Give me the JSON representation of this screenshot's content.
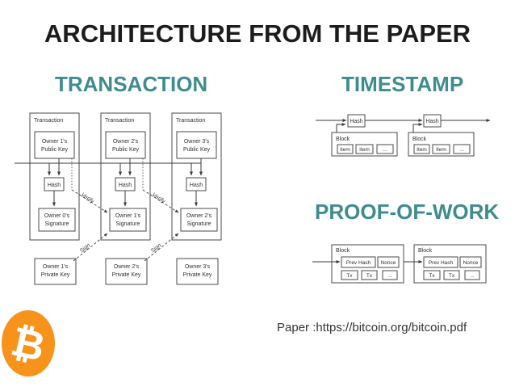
{
  "title": "ARCHITECTURE FROM THE PAPER",
  "sections": {
    "transaction": {
      "heading": "TRANSACTION"
    },
    "timestamp": {
      "heading": "TIMESTAMP"
    },
    "proof_of_work": {
      "heading": "PROOF-OF-WORK"
    }
  },
  "transaction_diagram": {
    "columns": [
      {
        "container_label": "Transaction",
        "public_key_line1": "Owner 1's",
        "public_key_line2": "Public Key",
        "hash_label": "Hash",
        "signature_line1": "Owner 0's",
        "signature_line2": "Signature",
        "private_key_line1": "Owner 1's",
        "private_key_line2": "Private Key"
      },
      {
        "container_label": "Transaction",
        "public_key_line1": "Owner 2's",
        "public_key_line2": "Public Key",
        "hash_label": "Hash",
        "signature_line1": "Owner 1's",
        "signature_line2": "Signature",
        "private_key_line1": "Owner 2's",
        "private_key_line2": "Private Key"
      },
      {
        "container_label": "Transaction",
        "public_key_line1": "Owner 3's",
        "public_key_line2": "Public Key",
        "hash_label": "Hash",
        "signature_line1": "Owner 2's",
        "signature_line2": "Signature",
        "private_key_line1": "Owner 3's",
        "private_key_line2": "Private Key"
      }
    ],
    "verify_label": "Verify",
    "sign_label": "Sign"
  },
  "timestamp_diagram": {
    "hash_label": "Hash",
    "block_label": "Block",
    "item1": "Item",
    "item2": "Item",
    "item3": "..."
  },
  "pow_diagram": {
    "block_label": "Block",
    "prev_hash_label": "Prev Hash",
    "nonce_label": "Nonce",
    "tx1": "Tx",
    "tx2": "Tx",
    "tx3": "..."
  },
  "footer": {
    "paper_link": "Paper :https://bitcoin.org/bitcoin.pdf"
  },
  "logo": {
    "symbol": "₿"
  },
  "colors": {
    "accent_teal": "#3E8C8F",
    "bitcoin_orange": "#F7931A",
    "title_color": "#1c1c1c",
    "link_color": "#333333"
  }
}
